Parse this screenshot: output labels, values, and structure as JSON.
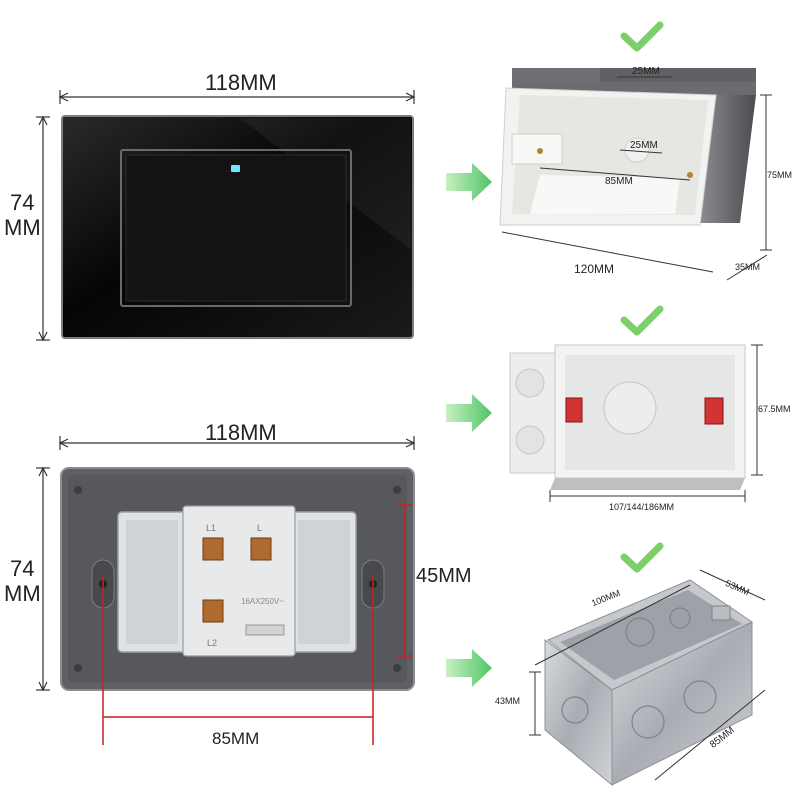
{
  "top_switch": {
    "width_label": "118MM",
    "height_label_line1": "74",
    "height_label_line2": "MM"
  },
  "bottom_outlet": {
    "width_label": "118MM",
    "height_label_line1": "74",
    "height_label_line2": "MM",
    "mount_height_label": "45MM",
    "mount_width_label": "85MM",
    "terminal_l1": "L1",
    "terminal_l": "L",
    "terminal_l2": "L2",
    "rating_text": "16AX250V~"
  },
  "plastic_box": {
    "top_slot_label": "25MM",
    "inner_slot_label": "25MM",
    "screw_spacing_label": "85MM",
    "height_label": "75MM",
    "length_label": "120MM",
    "depth_label": "35MM"
  },
  "modular_box": {
    "height_label": "67.5MM",
    "length_label": "107/144/186MM"
  },
  "metal_box": {
    "length_label": "100MM",
    "depth_label": "53MM",
    "height_label": "43MM",
    "width_label": "85MM"
  },
  "colors": {
    "check_green": "#7ccf6a",
    "arrow_green": "#6fd07e",
    "switch_black": "#0c0c0c",
    "plate_gray": "#5e6063",
    "measure_red": "#cc1f1f"
  }
}
